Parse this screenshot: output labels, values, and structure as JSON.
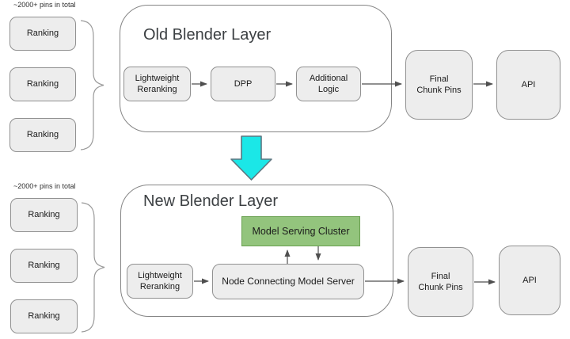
{
  "colors": {
    "box_fill": "#ededed",
    "box_border": "#919191",
    "frame_border": "#858585",
    "green_fill": "#93c47d",
    "green_border": "#69a050",
    "cyan_fill": "#1be7e7",
    "cyan_border": "#5d7680",
    "arrow_color": "#4f4f4f",
    "brace_color": "#9a9a9a",
    "text_color": "#1b1b1b",
    "title_color": "#3c4043"
  },
  "top_diagram": {
    "pins_label": "~2000+ pins in total",
    "ranking_boxes": [
      "Ranking",
      "Ranking",
      "Ranking"
    ],
    "container_title": "Old Blender Layer",
    "pipeline": [
      "Lightweight\nReranking",
      "DPP",
      "Additional\nLogic"
    ],
    "output_boxes": [
      "Final\nChunk Pins",
      "API"
    ]
  },
  "bottom_diagram": {
    "pins_label": "~2000+ pins in total",
    "ranking_boxes": [
      "Ranking",
      "Ranking",
      "Ranking"
    ],
    "container_title": "New Blender Layer",
    "cluster_box": "Model Serving Cluster",
    "pipeline": [
      "Lightweight\nReranking",
      "Node Connecting Model Server"
    ],
    "output_boxes": [
      "Final\nChunk Pins",
      "API"
    ]
  }
}
